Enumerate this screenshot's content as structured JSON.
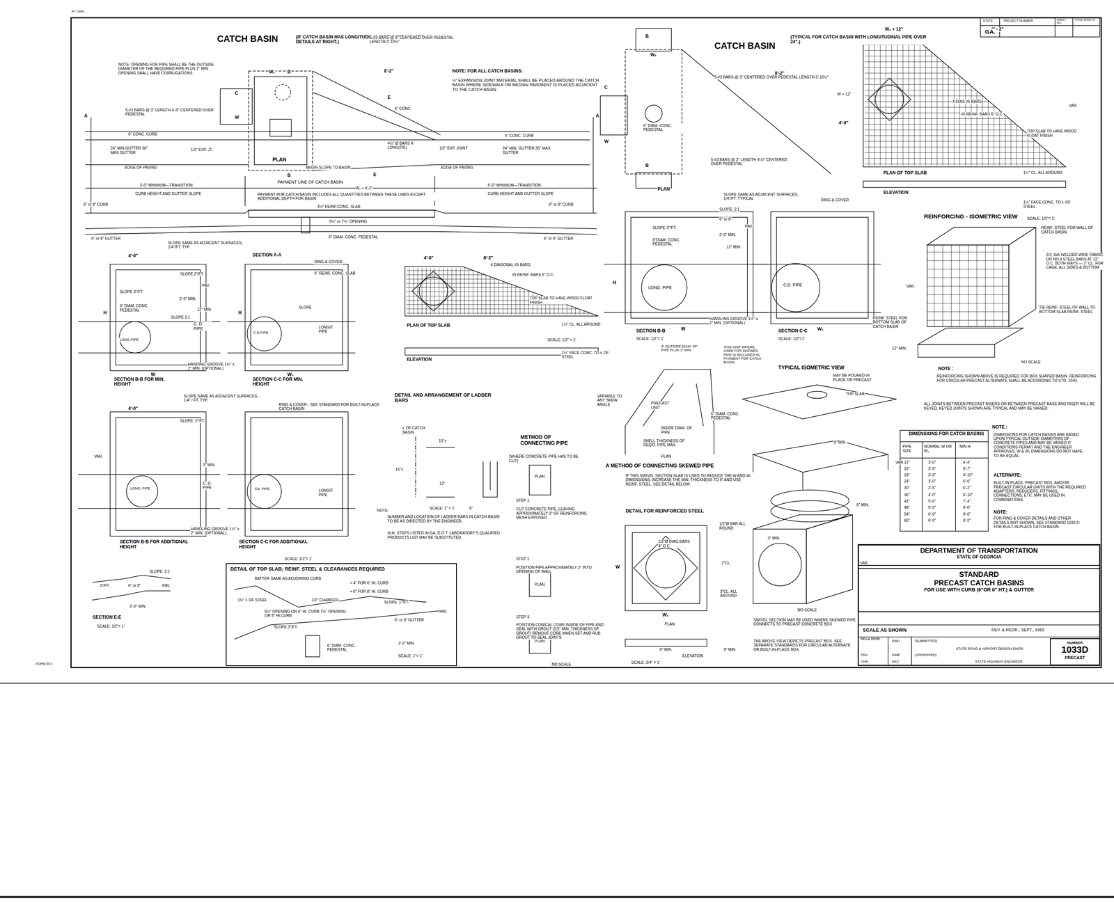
{
  "diagram": {
    "nodes": [
      {
        "text": [
          "DEPARTMENT OF TRANSPORTATION",
          "STATE OF GEORGIA"
        ]
      },
      {
        "text": [
          "STANDARD",
          "PRECAST CATCH BASINS",
          "FOR USE WITH CURB (6\"OR 8\" HT.) & GUTTER"
        ]
      },
      {
        "text": [
          "NUMBER",
          "1033D",
          "PRECAST"
        ]
      },
      {
        "text": [
          "DIMENSIONS FOR CATCH BASINS"
        ]
      },
      {
        "text": [
          "DETAIL OF TOP SLAB; REINF. STEEL & CLEARANCES REQUIRED"
        ]
      }
    ],
    "labels": [
      "AF 21868",
      "CATCH BASIN",
      "(IF CATCH BASIN HAS LONGITUDINAL PIPE OVER 24\", SEE DETAILS AT RIGHT.)",
      "NOTE: OPENING FOR PIPE SHALL BE THE OUTSIDE DIAMETER OF THE REQUIRED PIPE PLUS 1\" MIN. OPENING SHALL HAVE CORRUGATIONS.",
      "5-#3 BARS @ 3\" CENTERED OVER PEDESTAL LENGTH 2'-10½\"",
      "NOTE: FOR ALL CATCH BASINS:",
      "½\" EXPANSION JOINT MATERIAL SHALL BE PLACED AROUND THE CATCH BASIN WHERE SIDEWALK OR MEDIAN PAVEMENT IS PLACED ADJACENT TO THE CATCH BASIN.",
      "8'-2\"",
      "5-#3 BARS @ 3\" LENGTH 4'-0\" CENTERED OVER PEDESTAL",
      "A",
      "A",
      "B",
      "B",
      "C",
      "E",
      "E",
      "W",
      "W₁",
      "6\" CONC. CURB",
      "24\" MIN.GUTTER 36\" MAX.GUTTER",
      "1/2\" EXP. JT.",
      "EDGE OF PAVING",
      "PLAN",
      "BEGIN SLOPE TO BASIN",
      "4½\" Ø BARS 4' LONG(TIE)",
      "1/2\" EXP. JOINT",
      "6\" CONC. CURB",
      "24\" MIN. GUTTER 36\" MAX. GUTTER",
      "EDGE OF PAVING",
      "6\" CONC.",
      "PAYMENT LINE OF CATCH BASIN",
      "3'-0\" MINIMUM—TRANSITION",
      "CURB HEIGHT AND GUTTER SLOPE",
      "PAYMENT FOR CATCH BASIN INCLUDES ALL QUANTITIES BETWEEN THESE LINES EXCEPT ADDITIONAL DEPTH FOR BASIN",
      "W₁ + 9'-2\"",
      "6'-0\" MINIMUM—TRANSITION",
      "CURB HEIGHT AND GUTTER SLOPE",
      "6\" or 8\" CURB",
      "6\" or 8\" GUTTER",
      "4½\" REINF.CONC. SLAB",
      "5½\" or 7½\" OPENING",
      "6\" DIAM. CONC. PEDESTAL",
      "6\" or 8\" CURB",
      "6\" or 8\" GUTTER",
      "SECTION A-A",
      "SLOPE SAME AS ADJACENT SURFACES, 1/4\"/FT. TYP.",
      "4'-0\"",
      "RING & COVER",
      "6\" REINF. CONC. SLAB",
      "SLOPE 2\"/FT.",
      "PAV.",
      "SLOPE 3\"/FT.",
      "2'-0\" MIN.",
      "12\" MIN.",
      "SLOPE 2:1",
      "6\" DIAM. CONC. PEDESTAL",
      "H",
      "C. D. PIPE",
      "LONG.PIPE",
      "W",
      "SECTION B-B FOR MIN. HEIGHT",
      "HANDING GROOVE 1½\" x 2\" MIN. (OPTIONAL)",
      "H",
      "SLOPE",
      "C.D.PIPE",
      "LONGIT. PIPE",
      "W₁",
      "SECTION C-C FOR MIN. HEIGHT",
      "SLOPE SAME AS ADJACENT SURFACES, 1/4\" / FT. TYP.",
      "RING & COVER - SEE STANDARD FOR BUILT-IN-PLACE CATCH BASIN",
      "4'-0\"",
      "SLOPE: 2\"/FT.",
      "VAR.",
      "LONG. PIPE",
      "C. D. PIPE",
      "3\" MIN.",
      "CD. PIPE",
      "LONGIT. PIPE",
      "HANDLING GROOVE 1½\" x 2\" MIN. (OPTIONAL)",
      "SECTION B-B FOR ADDITIONAL HEIGHT",
      "SECTION C-C FOR ADDITIONAL HEIGHT",
      "SCALE: 1/2\"= 1'",
      "SLOPE: 2:1",
      "3\"/FT.",
      "6\" or 8\"",
      "PAV.",
      "2'-0\" MIN.",
      "SECTION E-E",
      "SCALE: 1/2\"= 1'",
      "BATTER SAME AS ADJOINING CURB",
      "+ 4\" FOR 6\" HI. CURB",
      "+ 6\" FOR 8\" HI. CURB",
      "1½\" ℄ OF STEEL",
      "1/2\" CHAMFER",
      "SLOPE: 1\"/FT.",
      "5½\" OPENING OR 6\" HI. CURB 7½\" OPENING OR 8\" HI.CURB",
      "6\" or 8\" GUTTER",
      "SLOPE 3\"/FT.",
      "6\" DIAM. CONC. PEDESTAL",
      "2'-0\" MIN",
      "SCALE: 1\"= 1'",
      "PAV.",
      "4'-0\"",
      "8'-2\"",
      "4 DIAGONAL #5 BARS",
      "#5 REINF. BARS 6\" O.C.",
      "TOP SLAB TO HAVE WOOD FLOAT FINISH",
      "PLAN OF TOP SLAB",
      "1½\" CL. ALL AROUND",
      "SCALE: 1/2\" = 1'",
      "ELEVATION",
      "1½\" FACE CONC. TO ℄ OF STEEL",
      "DETAIL AND ARRANGEMENT OF LADDER BARS",
      "℄ OF CATCH BASIN",
      "15\"±",
      "15\"±",
      "12\"",
      "SCALE: 1\" = 1'",
      "8\"",
      "NOTE:",
      "NUMBER AND LOCATION OF LADDER BARS IN CATCH BASIN TO BE AS DIRECTED BY THE ENGINEER.",
      "M.H. STEPS LISTED IN GA. D.O.T. LABORATORY'S QUALIFIED PRODUCTS LIST MAY BE SUBSTITUTED.",
      "METHOD OF CONNECTING PIPE",
      "(WHERE CONCRETE PIPE HAS TO BE CUT)",
      "PLAN",
      "STEP 1",
      "CUT CONCRETE PIPE, LEAVING APPROXIMATELY 3\" OF REINFORCING MESH EXPOSED",
      "PLAN",
      "STEP 2",
      "POSITION PIPE APPROXIMATELY 3\" INTO OPENING OF WALL",
      "PLAN",
      "STEP 3",
      "POSITION CONICAL CORE INSIDE OF PIPE AND SEAL WITH GROUT (1/2\" MIN. THICKNESS OF GROUT) REMOVE CORE WHEN SET AND RUB GROUT TO SEAL JOINTS",
      "NO SCALE",
      "CATCH BASIN",
      "(TYPICAL FOR CATCH BASIN WITH LONGITUDINAL PIPE OVER 24\".)",
      "B",
      "W₁",
      "8'-2\"",
      "5-#3 BARS @ 3\" CENTERED OVER PEDESTAL LENGTH 2'-10½\"",
      "C",
      "W",
      "6\" DIAM. CONC. PEDESTAL",
      "4'-0\"",
      "5-#3 BARS @ 3\" LENGTH 4'-0\" CENTERED OVER PEDESTAL",
      "B",
      "PLAN",
      "W₁ + 12\"",
      "8' - 2\"",
      "VAR.",
      "W + 12\"",
      "4-DIAS.#5 BARS",
      "#5 REINF. BARS 6\" O.C.",
      "TOP SLAB TO HAVE WOOD FLOAT FINISH",
      "PLAN OF TOP SLAB",
      "1½\" CL. ALL AROUND",
      "ELEVATION",
      "1½\" FACE CONC. TO ℄ OF STEEL",
      "SCALE: 1/2\"= 1'",
      "SLOPE SAME AS ADJACENT SURFACES, 1/4\"/FT. TYPICAL",
      "RING & COVER",
      "SLOPE: 2:1",
      "SLOPE 3\"/FT.",
      "6\" or 8\"",
      "PAV.",
      "2'-0\" MIN.",
      "12\" MIN.",
      "6\"DIAM. CONC. PEDESTAL",
      "H",
      "LONG. PIPE",
      "C.D. PIPE",
      "HANDLING GROOVE 1½\" x 2\" MIN. (OPTIONAL)",
      "W",
      "SECTION B-B",
      "SCALE: 1/2\"= 1'",
      "W₁",
      "SECTION C-C",
      "SCALE: 1/2\"=1'",
      "REINFORCING - ISOMETRIC VIEW",
      "REINF. STEEL FOR WALL OF CATCH BASIN",
      "2/2, 6x6 WELDED WIRE FABRIC OR NO.4 STEEL BARS AT 12\" O.C. BOTH WAYS — 2\" CL. FOR CAGE, ALL SIDES & BOTTOM",
      "VAR.",
      "TIE REINF. STEEL OF WALL TO BOTTOM SLAB REINF. STEEL",
      "REINF. STEEL FOR BOTTOM SLAB OF CATCH BASIN",
      "12\" MIN.",
      "NO SCALE",
      "NOTE :",
      "REINFORCING SHOWN ABOVE IS REQUIRED FOR BOX SHAPED BASIN. REINFORCING FOR CIRCULAR PRECAST ALTERNATE SHALL BE ACCORDING TO STD. 1040.",
      "ALL JOINTS BETWEEN PRECAST RISERS OR BETWEEN PRECAST BASE AND RISER WILL BE KEYED, KEYED JOINTS SHOWN ARE TYPICAL AND MAY BE VARIED.",
      "VARIABLE TO ANY SKEW ANGLE",
      "3\" OUTSIDE DIAM. OF PIPE PLUS 1\" MIN.",
      "PRECAST UNIT",
      "INSIDE DIAM. OF PIPE",
      "THIS UNIT WHERE USED FOR SKEWED PIPE IS INCLUDED IN PAYMENT FOR CATCH BASIN.",
      "SHELL THICKNESS OF REQ'D. PIPE MAX.",
      "PLAN",
      "A METHOD OF CONNECTING SKEWED PIPE",
      "IF THIS SWIVEL SECTION SLAB IS USED TO REDUCE THE W AND W₁ DIMENSIONS, INCREASE THE MIN. THICKNESS TO 9\" AND USE REINF. STEEL. SEE DETAIL BELOW.",
      "DETAIL FOR REINFORCED STEEL",
      "1/2\"Ø BAR ALL ROUND",
      "W",
      "1/2\"Ø DIAG.BARS 4\" O.C.",
      "2\"CL.",
      "3\"CL. ALL AROUND",
      "W₁",
      "PLAN",
      "6\" MIN.",
      "9\" MIN.",
      "ELEVATION",
      "SCALE: 3/4\" = 1'",
      "TYPICAL ISOMETRIC VIEW",
      "MAY BE POURED IN PLACE OR PRECAST",
      "TOP SLAB",
      "6\" DIAM. CONC. PEDESTAL",
      "9\" MIN.",
      "VAR.",
      "6\" MIN.",
      "3\" MIN.",
      "VAR.",
      "NO SCALE",
      "SWIVEL SECTION MAY BE USED WHERE SKEWED PIPE CONNECTS TO PRECAST CONCRETE BOX",
      "THE ABOVE VIEW DEPICTS PRECAST BOX. SEE SEPARATE STANDARDS FOR CIRCULAR ALTERNATE OR BUILT-IN-PLACE BOX.",
      "NOTE :",
      "DIMENSIONS FOR CATCH BASINS ARE BASED UPON TYPICAL OUTSIDE DIAMETERS OF CONCRETE PIPES AND MAY BE VARIED IF CONDITIONS PERMIT AND THE ENGINEER APPROVES. W & W₁ DIMENSIONS DO NOT HAVE TO BE EQUAL.",
      "ALTERNATE:",
      "BUILT-IN-PLACE, PRECAST BOX, AND/OR PRECAST CIRCULAR UNITS WITH THE REQUIRED ADAPTERS, REDUCERS, FITTINGS, CONNECTIONS, ETC. MAY BE USED IN COMBINATIONS.",
      "NOTE:",
      "FOR RING & COVER DETAILS AND OTHER DETAILS NOT SHOWN, SEE STANDARD 1033 O FOR BUILT-IN-PLACE CATCH BASIN.",
      "PIPE SIZE",
      "NORMAL W OR W₁",
      "MIN H",
      "12\"",
      "3'-0\"",
      "4'-4\"",
      "15\"",
      "3'-0\"",
      "4'-7\"",
      "18\"",
      "3'-0\"",
      "4'-10\"",
      "24\"",
      "3'-0\"",
      "5'-6\"",
      "30\"",
      "3'-6\"",
      "6'-2\"",
      "36\"",
      "4'-0\"",
      "6'-10\"",
      "42\"",
      "5'-0\"",
      "7'-4\"",
      "48\"",
      "5'-0\"",
      "8'-0\"",
      "54\"",
      "6'-0\"",
      "8'-6\"",
      "60\"",
      "6'-0\"",
      "9'-2\"",
      "SCALE AS SHOWN",
      "REV. & REDR., SEPT., 1982",
      "REV.& REDR.",
      "RMU",
      "(SUBMITTED)",
      "STATE ROAD & AIRPORT DESIGN ENGR.",
      "TRA",
      "GME",
      "(APPROVED)",
      "CHK",
      "RKC",
      "STATE HIGHWAY ENGINEER",
      "STATE",
      "PROJECT NUMBER",
      "SHEET NO.",
      "TOTAL SHEETS",
      "GA.",
      "FORM EF3"
    ]
  }
}
